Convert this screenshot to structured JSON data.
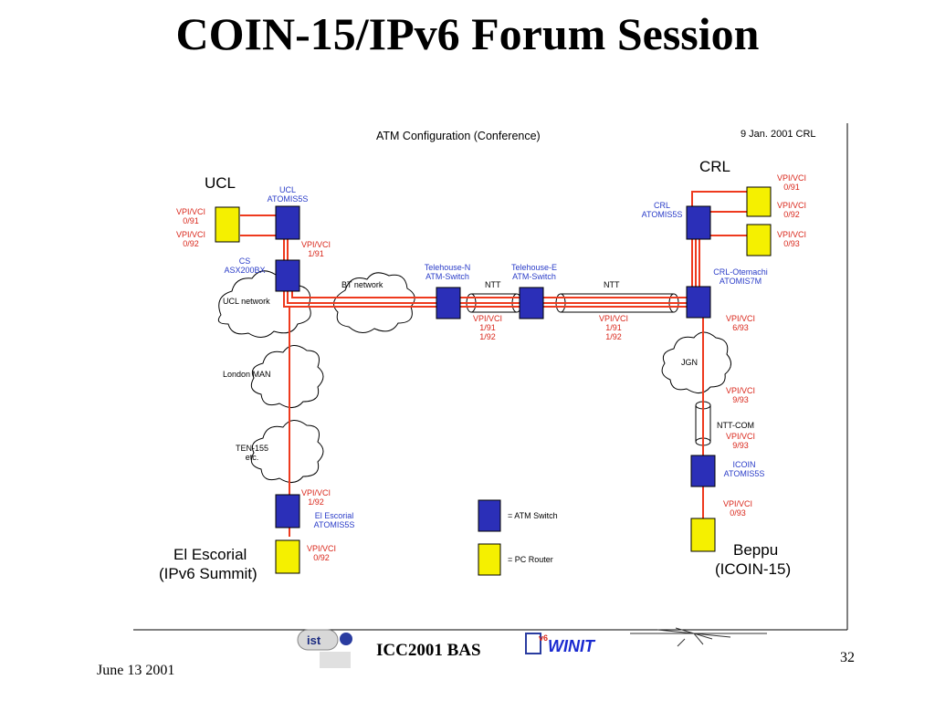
{
  "slide": {
    "title": "COIN-15/IPv6 Forum Session",
    "date": "June 13 2001",
    "page_number": "32",
    "footer_center": "ICC2001 BAS",
    "footer_logo_ist": "ist",
    "footer_logo_winit": "WINIT",
    "footer_logo_v6": "v6"
  },
  "diagram": {
    "title": "ATM Configuration (Conference)",
    "date_note": "9 Jan.  2001  CRL",
    "sites": {
      "ucl": "UCL",
      "crl": "CRL",
      "el_escorial": [
        "El Escorial",
        "(IPv6 Summit)"
      ],
      "beppu": [
        "Beppu",
        "(ICOIN-15)"
      ]
    },
    "switches": {
      "ucl": [
        "UCL",
        "ATOMIS5S"
      ],
      "cs": [
        "CS",
        "ASX200BX"
      ],
      "telehouse_n": [
        "Telehouse-N",
        "ATM-Switch"
      ],
      "telehouse_e": [
        "Telehouse-E",
        "ATM-Switch"
      ],
      "crl": [
        "CRL",
        "ATOMIS5S"
      ],
      "crl_otemachi": [
        "CRL-Otemachi",
        "ATOMIS7M"
      ],
      "el_escorial": [
        "El Escorial",
        "ATOMIS5S"
      ],
      "icoin": [
        "ICOIN",
        "ATOMIS5S"
      ]
    },
    "networks": {
      "bt": "BT network",
      "ucl": "UCL network",
      "london_man": "London MAN",
      "ten155": [
        "TEN-155",
        "etc."
      ],
      "jgn": "JGN",
      "ntt_a": "NTT",
      "ntt_b": "NTT",
      "ntt_com": "NTT-COM"
    },
    "vpivci": {
      "ucl_1": [
        "VPI/VCI",
        "0/91"
      ],
      "ucl_2": [
        "VPI/VCI",
        "0/92"
      ],
      "cs": [
        "VPI/VCI",
        "1/91"
      ],
      "telehouse_n": [
        "VPI/VCI",
        "1/91",
        "1/92"
      ],
      "telehouse_e": [
        "VPI/VCI",
        "1/91",
        "1/92"
      ],
      "crl_1": [
        "VPI/VCI",
        "0/91"
      ],
      "crl_2": [
        "VPI/VCI",
        "0/92"
      ],
      "crl_3": [
        "VPI/VCI",
        "0/93"
      ],
      "otemachi": [
        "VPI/VCI",
        "6/93"
      ],
      "jgn": [
        "VPI/VCI",
        "9/93"
      ],
      "nttcom": [
        "VPI/VCI",
        "9/93"
      ],
      "icoin": [
        "VPI/VCI",
        "0/93"
      ],
      "escorial_sw": [
        "VPI/VCI",
        "1/92"
      ],
      "escorial_router": [
        "VPI/VCI",
        "0/92"
      ]
    },
    "legend": {
      "atm_switch": "= ATM Switch",
      "pc_router": "= PC Router"
    }
  },
  "colors": {
    "link": "#ee3a1e",
    "label_blue": "#2a3cc8",
    "label_red": "#d9261a",
    "switch_fill": "#2b2fb8",
    "router_fill": "#f5f000"
  }
}
